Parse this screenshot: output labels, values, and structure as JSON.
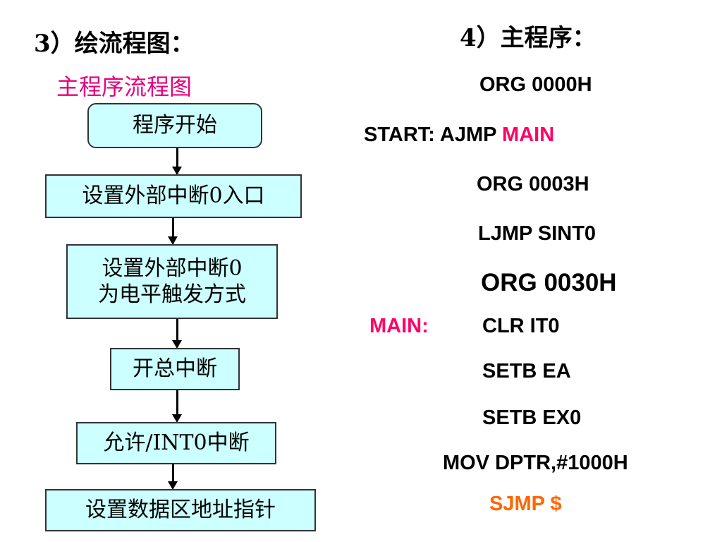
{
  "headings": {
    "left": "3）绘流程图：",
    "right": "4）主程序："
  },
  "flowchart": {
    "title": "主程序流程图",
    "steps": [
      "程序开始",
      "设置外部中断0入口",
      "设置外部中断0\n为电平触发方式",
      "开总中断",
      "允许/INT0中断",
      "设置数据区地址指针"
    ]
  },
  "program": {
    "lines": [
      {
        "text": "ORG 0000H"
      },
      {
        "prefix": "START: AJMP ",
        "highlight": "MAIN"
      },
      {
        "text": "ORG 0003H"
      },
      {
        "text": "LJMP SINT0"
      },
      {
        "text": "ORG 0030H"
      },
      {
        "label": "MAIN:",
        "text": "CLR IT0"
      },
      {
        "text": "SETB EA"
      },
      {
        "text": "SETB EX0"
      },
      {
        "text": "MOV DPTR,#1000H"
      },
      {
        "text": "SJMP $"
      }
    ]
  },
  "colors": {
    "box_fill": "#ccffff",
    "title_pink": "#e6007e",
    "label_pink": "#ff0066",
    "sjmp_orange": "#ff6600"
  }
}
